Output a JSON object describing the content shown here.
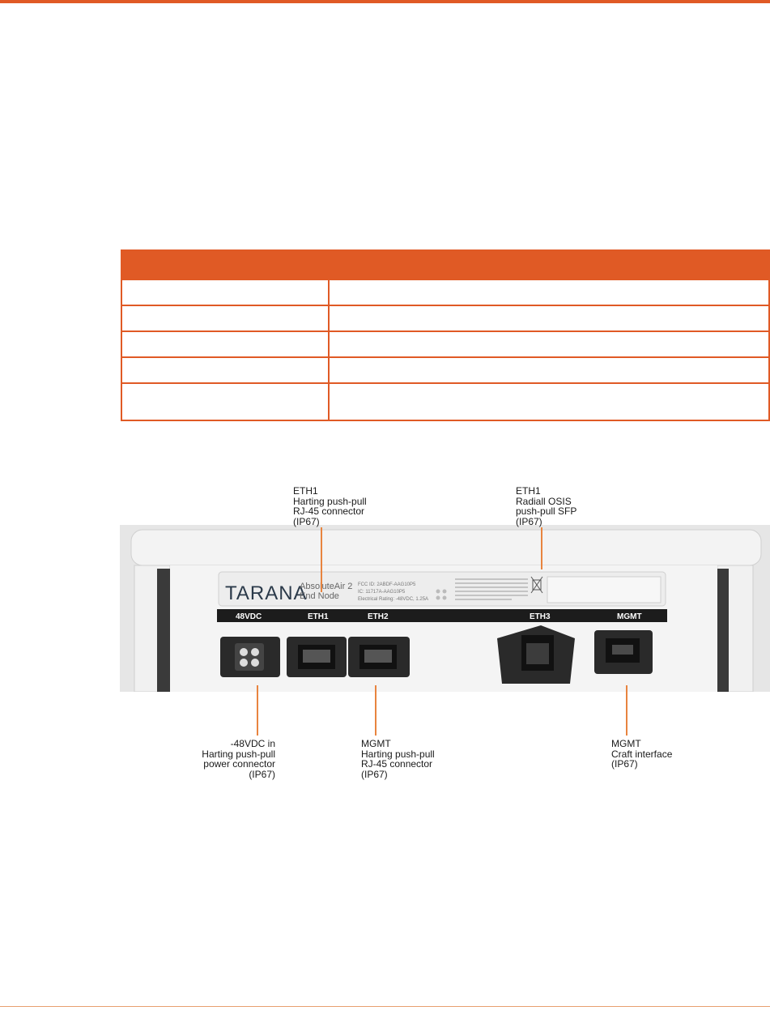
{
  "spec_table": {
    "header": [
      "",
      ""
    ],
    "rows": [
      [
        "",
        ""
      ],
      [
        "",
        ""
      ],
      [
        "",
        ""
      ],
      [
        "",
        ""
      ],
      [
        "",
        ""
      ]
    ]
  },
  "device": {
    "brand": "TARANA",
    "model_line1": "AbsoluteAir 2",
    "model_line2": "End Node",
    "fcc_line1": "FCC ID: 2ABDF-AAG10P5",
    "fcc_line2": "IC: 11717A-AAG10P5",
    "fcc_line3": "Electrical Rating: -48VDC, 1.25A",
    "port_labels": [
      "48VDC",
      "ETH1",
      "ETH2",
      "ETH3",
      "MGMT"
    ]
  },
  "callouts": {
    "top_left": [
      "ETH1",
      "Harting push-pull",
      "RJ-45 connector",
      "(IP67)"
    ],
    "top_right": [
      "ETH1",
      "Radiall OSIS",
      "push-pull SFP",
      "(IP67)"
    ],
    "bottom_left": [
      "-48VDC in",
      "Harting push-pull",
      "power connector",
      "(IP67)"
    ],
    "bottom_mid": [
      "MGMT",
      "Harting push-pull",
      "RJ-45 connector",
      "(IP67)"
    ],
    "bottom_right": [
      "MGMT",
      "Craft interface",
      "(IP67)"
    ]
  }
}
